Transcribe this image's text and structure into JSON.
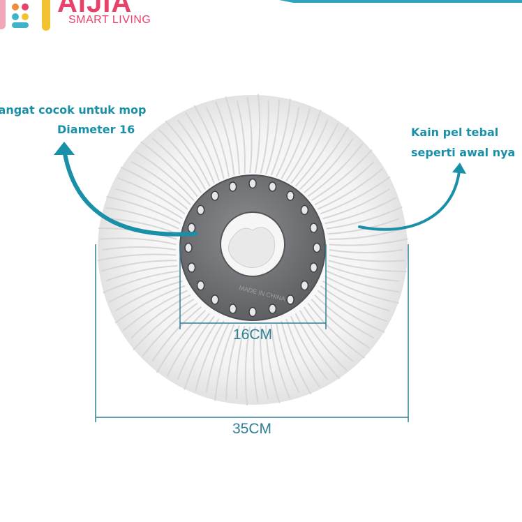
{
  "brand": {
    "name": "AIJIA",
    "tagline": "SMART LIVING",
    "colors": {
      "text": "#e8416a",
      "dots": [
        "#ef8d3a",
        "#e8416a",
        "#3fb3c8",
        "#f2c230"
      ]
    }
  },
  "annotations": {
    "left_line1": "Sangat cocok untuk mop",
    "left_line2": "Diameter 16",
    "right_line1": "Kain pel tebal",
    "right_line2": "seperti awal nya"
  },
  "dimensions": {
    "inner": "16CM",
    "outer": "35CM"
  },
  "hub": {
    "stamp": "MADE IN CHINA"
  },
  "colors": {
    "accent": "#1a8fa8",
    "dimension_line": "#2e7f94",
    "hub": "#707275"
  }
}
